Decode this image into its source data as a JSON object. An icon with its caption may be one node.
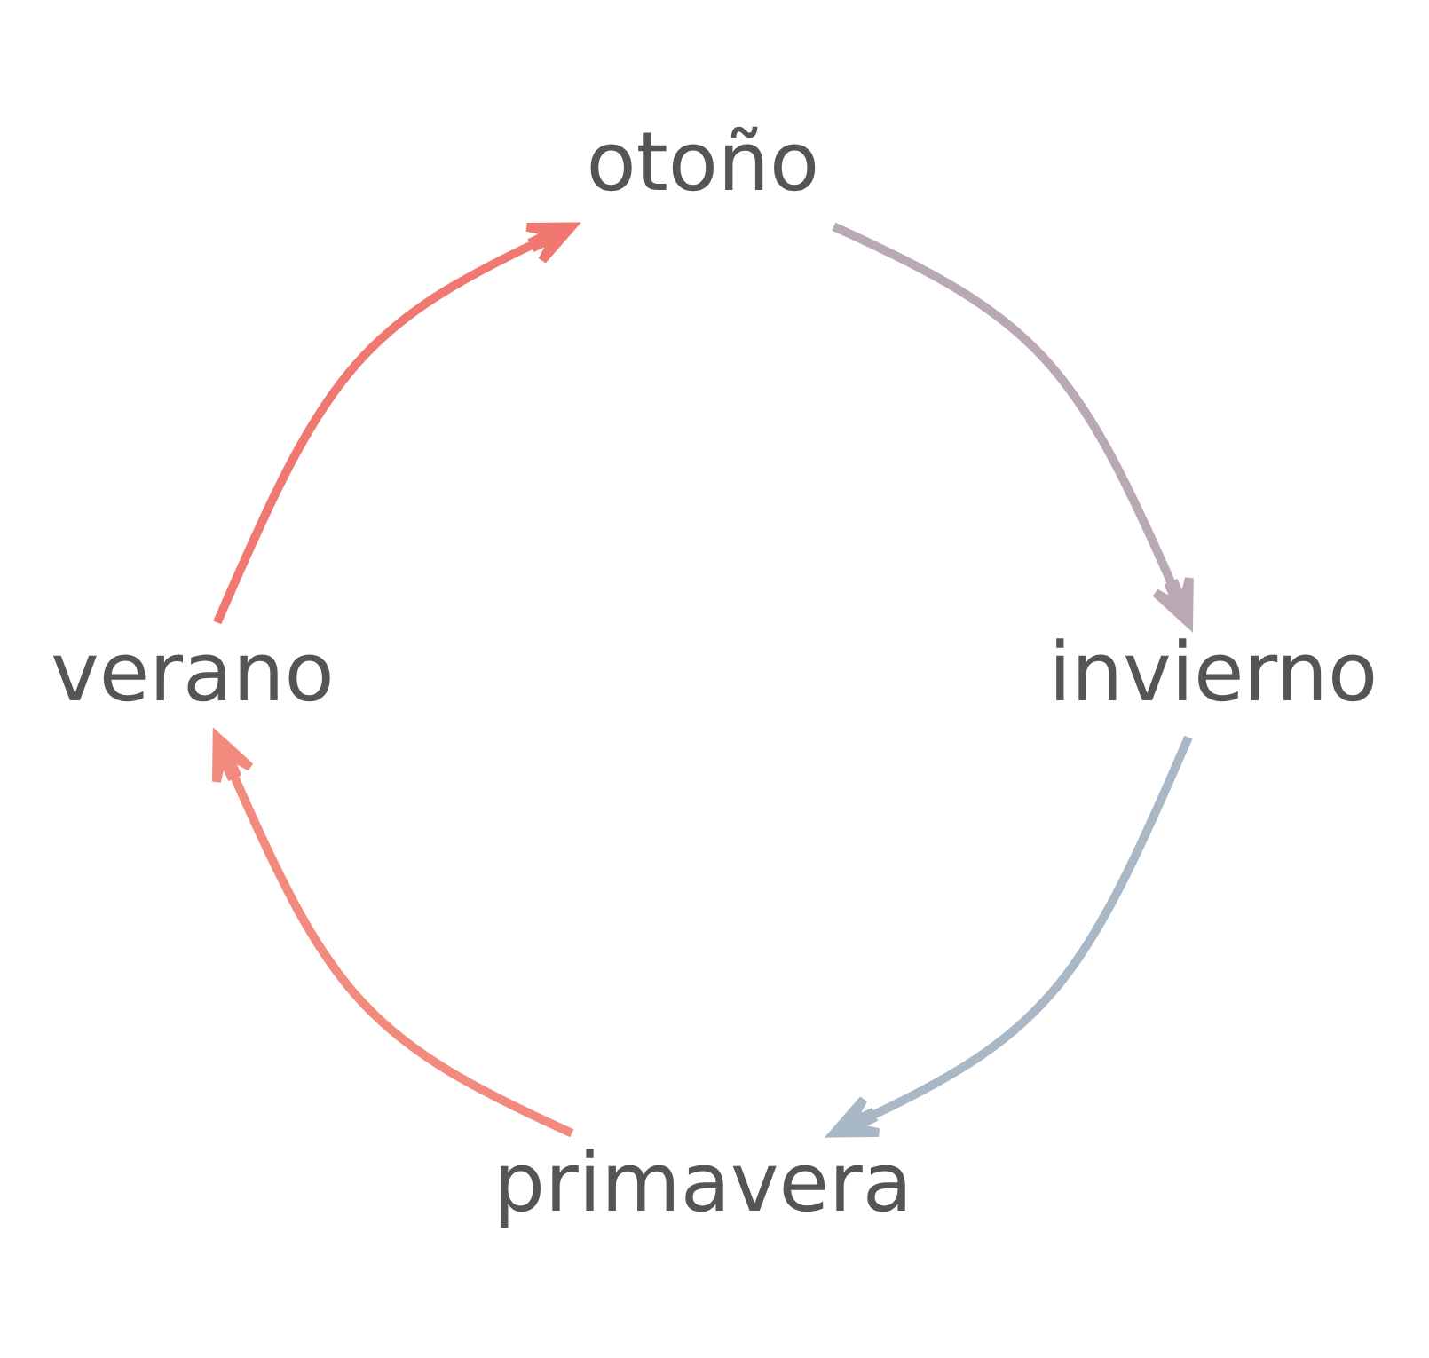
{
  "diagram": {
    "nodes": [
      {
        "text": [
          "primavera"
        ]
      },
      {
        "text": [
          "verano"
        ]
      },
      {
        "text": [
          "otoño"
        ]
      },
      {
        "text": [
          "invierno"
        ]
      }
    ],
    "edges": [
      {
        "from": 0,
        "to": 1,
        "arrow": "to",
        "color": "#f28a7e"
      },
      {
        "from": 1,
        "to": 2,
        "arrow": "to",
        "color": "#f07870"
      },
      {
        "from": 2,
        "to": 3,
        "arrow": "to",
        "color": "#b8a9b4"
      },
      {
        "from": 3,
        "to": 0,
        "arrow": "to",
        "color": "#a9b8c6"
      }
    ]
  }
}
